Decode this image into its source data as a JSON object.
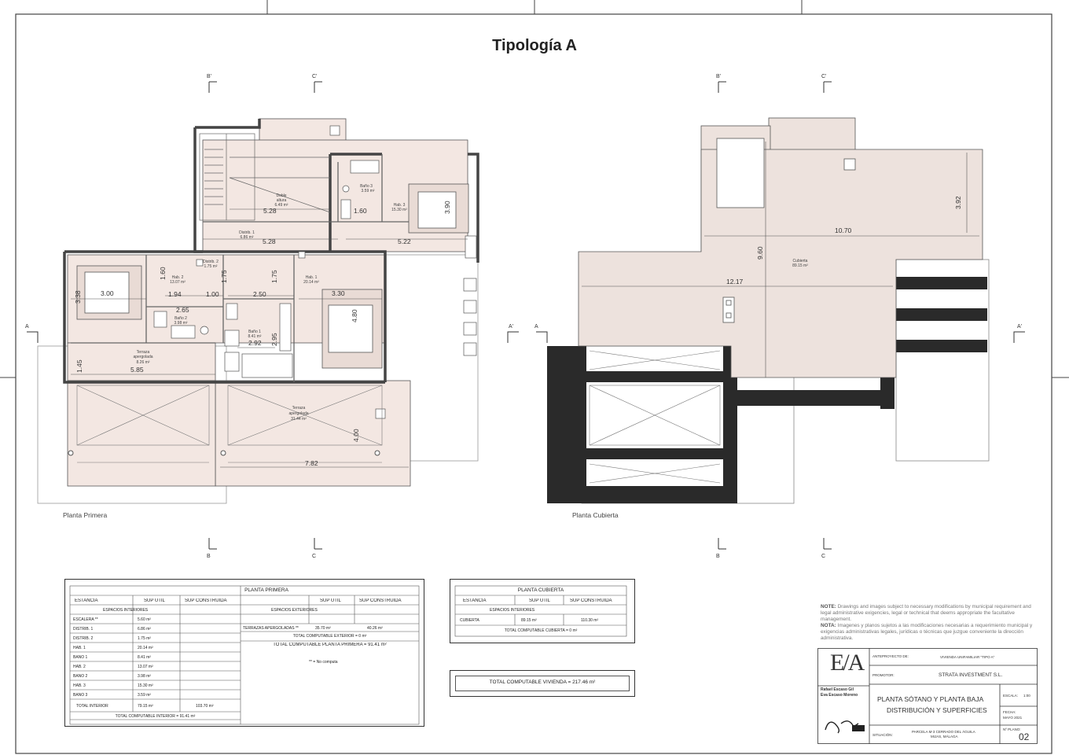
{
  "title": "Tipología A",
  "section_markers": {
    "b_top": "B'",
    "c_top": "C'",
    "a_left": "A",
    "a_right": "A'",
    "b_bottom": "B",
    "c_bottom": "C"
  },
  "plan_primera": {
    "caption": "Planta  Primera",
    "dimensions": [
      "5.28",
      "5.28",
      "1.60",
      "5.22",
      "3.90",
      "3.00",
      "1.94",
      "1.00",
      "2.50",
      "3.30",
      "3.38",
      "1.60",
      "1.75",
      "1.75",
      "2.65",
      "4.80",
      "2.92",
      "2.95",
      "1.45",
      "5.85",
      "4.00",
      "7.82"
    ],
    "rooms": {
      "doble": [
        "Doble",
        "altura",
        "6.49 m²"
      ],
      "bano3": [
        "Baño 3",
        "3.59 m²"
      ],
      "hab3": [
        "Hab. 3",
        "15.30 m²"
      ],
      "distrib1": [
        "Distrib. 1",
        "6.86 m²"
      ],
      "distrib2": [
        "Distrib. 2",
        "1.75 m²"
      ],
      "hab2": [
        "Hab. 2",
        "13.07 m²"
      ],
      "hab1": [
        "Hab. 1",
        "20.14 m²"
      ],
      "bano2": [
        "Baño 2",
        "3.98 m²"
      ],
      "bano1": [
        "Baño 1",
        "8.41 m²"
      ],
      "terraza1": [
        "Terraza",
        "apergolada",
        "8.26 m²"
      ],
      "terraza2": [
        "Terraza",
        "apergolada",
        "31.44 m²"
      ]
    }
  },
  "plan_cubierta": {
    "caption": "Planta  Cubierta",
    "dimensions": [
      "10.70",
      "3.92",
      "9.60",
      "12.17"
    ],
    "room": [
      "Cubierta",
      "89.15 m²"
    ]
  },
  "table_primera": {
    "title": "PLANTA PRIMERA",
    "headers": [
      "ESTANCIA",
      "SUP ÚTIL",
      "SUP CONSTRUIDA",
      "SUP ÚTIL",
      "SUP CONSTRUIDA"
    ],
    "interior_label": "ESPACIOS INTERIORES",
    "exterior_label": "ESPACIOS EXTERIORES",
    "interior_rows": [
      [
        "ESCALERA **",
        "5.60 m²"
      ],
      [
        "DISTRIB. 1",
        "6.86 m²"
      ],
      [
        "DISTRIB. 2",
        "1.75 m²"
      ],
      [
        "HAB. 1",
        "20.14 m²"
      ],
      [
        "BAÑO 1",
        "8.41 m²"
      ],
      [
        "HAB. 2",
        "13.07 m²"
      ],
      [
        "BAÑO 2",
        "3.98 m²"
      ],
      [
        "HAB. 3",
        "15.30 m²"
      ],
      [
        "BAÑO 3",
        "3.59 m²"
      ]
    ],
    "total_interior": [
      "TOTAL INTERIOR",
      "79.15 m²",
      "103.70 m²"
    ],
    "total_computable_interior": "TOTAL COMPUTABLE INTERIOR = 91.41 m²",
    "exterior_row": [
      "TERRAZAS APERGOLADAS **",
      "35.70 m²",
      "40.26 m²"
    ],
    "total_computable_exterior": "TOTAL COMPUTABLE EXTERIOR = 0 m²",
    "total_computable_planta": "TOTAL COMPUTABLE PLANTA PRIMERA = 91.41 m²",
    "footnote": "** = No computa"
  },
  "table_cubierta": {
    "title": "PLANTA CUBIERTA",
    "headers": [
      "ESTANCIA",
      "SUP ÚTIL",
      "SUP CONSTRUIDA"
    ],
    "interior_label": "ESPACIOS INTERIORES",
    "row": [
      "CUBIERTA",
      "89.15 m²",
      "110.30 m²"
    ],
    "total": "TOTAL COMPUTABLE CUBIERTA = 0 m²"
  },
  "total_vivienda": "TOTAL COMPUTABLE VIVIENDA = 217.46 m²",
  "notes": {
    "note_en_label": "NOTE:",
    "note_en": "Drawings and images subject to necessary modifications by municipal requirement and legal administrative exigencies, legal or technical that deems appropriate the facultative management.",
    "note_es_label": "NOTA:",
    "note_es": "Imagenes y planos sujetos a las modificaciones necesarias a requerimiento municipal y exigencias administrativas legales, jurídicas o técnicas que juzgue conveniente la dirección administrativa."
  },
  "title_block": {
    "logo": "E/A",
    "architects": [
      "Rafael Escaso Gil",
      "Eva Escaso Moreno"
    ],
    "anteproyecto_label": "ANTEPROYECTO DE:",
    "anteproyecto_value": "VIVIENDA UNIFAMILIAR \"TIPO A\"",
    "promotor_label": "PROMOTOR:",
    "promotor_value": "STRATA INVESTMENT S.L.",
    "plano_title_1": "PLANTA SÓTANO Y PLANTA BAJA",
    "plano_title_2": "DISTRIBUCIÓN Y SUPERFICIES",
    "escala_label": "ESCALA:",
    "escala_value": "1:00",
    "fecha_label": "FECHA:",
    "fecha_value": "MAYO 2021",
    "situacion_label": "SITUACIÓN:",
    "situacion_value_1": "PARCELA M-3 CERRADO DEL ÁGUILA",
    "situacion_value_2": "MIJAS, MÁLAGA",
    "plano_label": "Nº PLANO:",
    "plano_value": "02"
  }
}
